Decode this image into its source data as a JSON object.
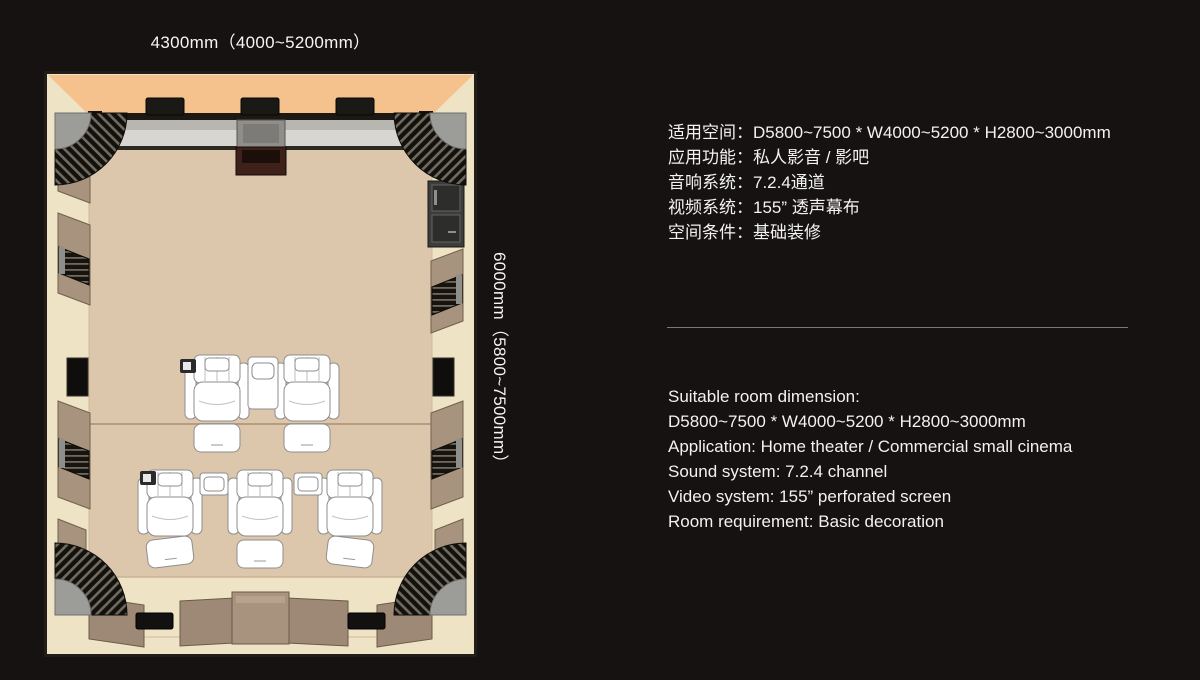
{
  "plan": {
    "width_label": "4300mm（4000~5200mm）",
    "depth_label": "6000mm（5800~7500mm）"
  },
  "specs_cn": {
    "lines": [
      "适用空间：D5800~7500 * W4000~5200 * H2800~3000mm",
      "应用功能：私人影音 / 影吧",
      "音响系统：7.2.4通道",
      "视频系统：155” 透声幕布",
      "空间条件：基础装修"
    ]
  },
  "specs_en": {
    "lines": [
      "Suitable room dimension:",
      "D5800~7500 * W4000~5200 * H2800~3000mm",
      "Application: Home theater / Commercial small cinema",
      "Sound system: 7.2.4 channel",
      "Video system: 155” perforated screen",
      "Room requirement: Basic decoration"
    ]
  },
  "colors": {
    "background": "#151211",
    "text": "#f4f4f2",
    "divider": "#757a75",
    "wall_cream": "#eee3c5",
    "floor_tan": "#dcc7ac",
    "stage_orange": "#f5c28d",
    "screen_gray": "#d8d6d1",
    "panel_brown": "#a8947e",
    "corner_gray": "#9c9c99",
    "speaker_black": "#16130f"
  }
}
